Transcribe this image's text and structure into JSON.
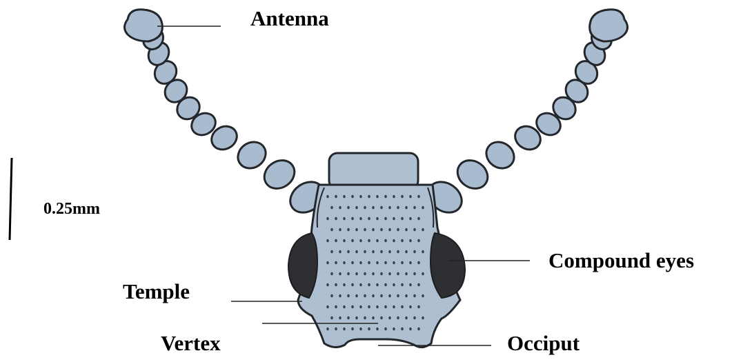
{
  "diagram": {
    "labels": {
      "antenna": "Antenna",
      "compound_eyes": "Compound eyes",
      "temple": "Temple",
      "vertex": "Vertex",
      "occiput": "Occiput",
      "scale": "0.25mm"
    },
    "colors": {
      "segment_fill": "#a9bccf",
      "outline": "#23262b",
      "eye_fill": "#2e2f33"
    }
  }
}
